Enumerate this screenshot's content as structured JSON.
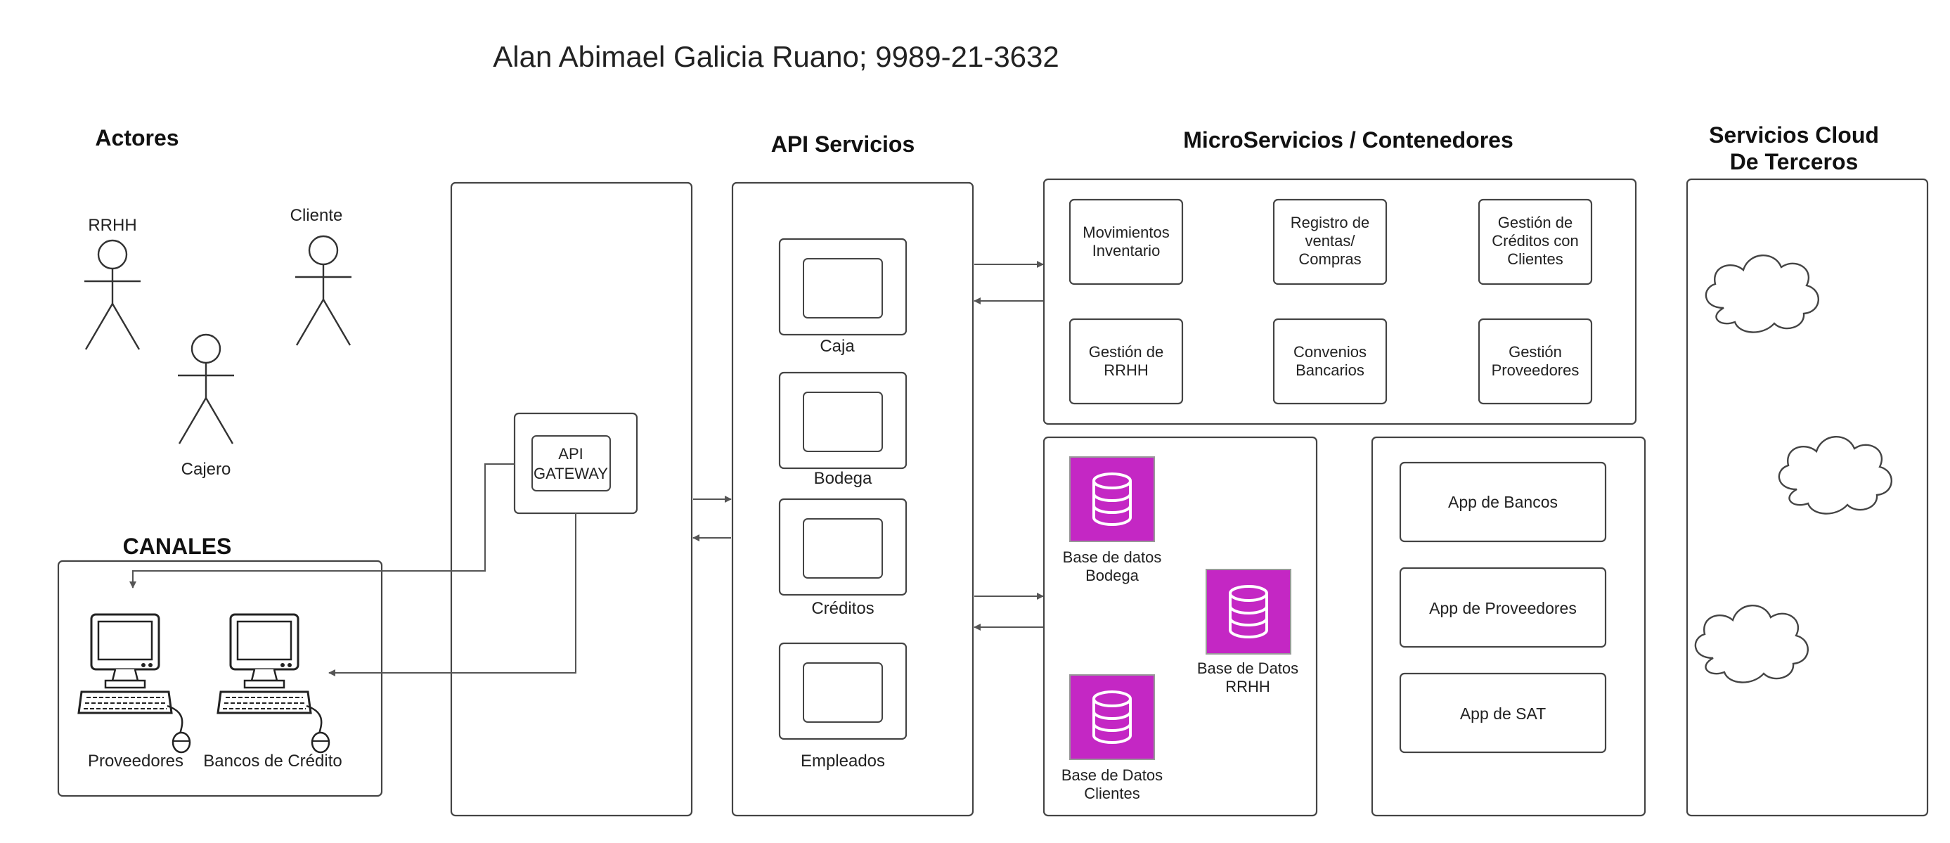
{
  "title": "Alan Abimael Galicia Ruano; 9989-21-3632",
  "sections": {
    "actores": "Actores",
    "canales": "CANALES",
    "api_servicios": "API Servicios",
    "microservicios": "MicroServicios / Contenedores",
    "cloud_line1": "Servicios Cloud",
    "cloud_line2": "De Terceros"
  },
  "actors": {
    "rrhh": "RRHH",
    "cliente": "Cliente",
    "cajero": "Cajero"
  },
  "channels": {
    "proveedores": "Proveedores",
    "bancos": "Bancos de Crédito"
  },
  "gateway": {
    "line1": "API",
    "line2": "GATEWAY"
  },
  "services": [
    "Caja",
    "Bodega",
    "Créditos",
    "Empleados"
  ],
  "microservices": {
    "movimientos": [
      "Movimientos",
      "Inventario"
    ],
    "registro": [
      "Registro de",
      "ventas/",
      "Compras"
    ],
    "creditos": [
      "Gestión de",
      "Créditos con",
      "Clientes"
    ],
    "rrhh": [
      "Gestión de",
      "RRHH"
    ],
    "convenios": [
      "Convenios",
      "Bancarios"
    ],
    "proveedores": [
      "Gestión",
      "Proveedores"
    ]
  },
  "databases": {
    "bodega": [
      "Base de datos",
      "Bodega"
    ],
    "rrhh": [
      "Base de Datos",
      "RRHH"
    ],
    "clientes": [
      "Base de Datos",
      "Clientes"
    ]
  },
  "apps": [
    "App de Bancos",
    "App de Proveedores",
    "App de SAT"
  ],
  "colors": {
    "db_fill": "#c427c4",
    "stroke": "#444444",
    "text": "#222222"
  },
  "icons": {
    "actor": "stick-figure-icon",
    "computer": "desktop-computer-icon",
    "database": "database-icon",
    "cloud": "cloud-icon"
  }
}
